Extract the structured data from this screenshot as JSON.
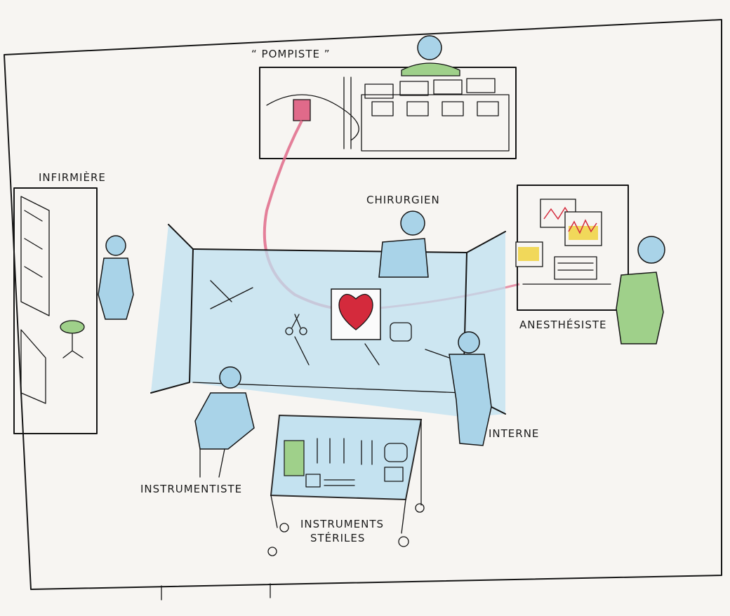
{
  "labels": {
    "pompiste": "“ POMPISTE ”",
    "infirmiere": "INFIRMIÈRE",
    "chirurgien": "CHIRURGIEN",
    "anesthesiste": "ANESTHÉSISTE",
    "interne": "INTERNE",
    "instrumentiste": "INSTRUMENTISTE",
    "instruments_line1": "INSTRUMENTS",
    "instruments_line2": "STÉRILES"
  },
  "colors": {
    "paper": "#f7f5f2",
    "ink": "#151515",
    "scrub_blue": "#a9d3e8",
    "drape_blue": "#bfe0f0",
    "gown_green": "#9fd08a",
    "blood_red": "#d42a3c",
    "tube_pink": "#e06a8a",
    "monitor_yellow": "#f1d85a"
  },
  "icons": [
    "heart-icon",
    "scissors-icon",
    "monitor-icon",
    "pump-icon",
    "stool-icon"
  ]
}
